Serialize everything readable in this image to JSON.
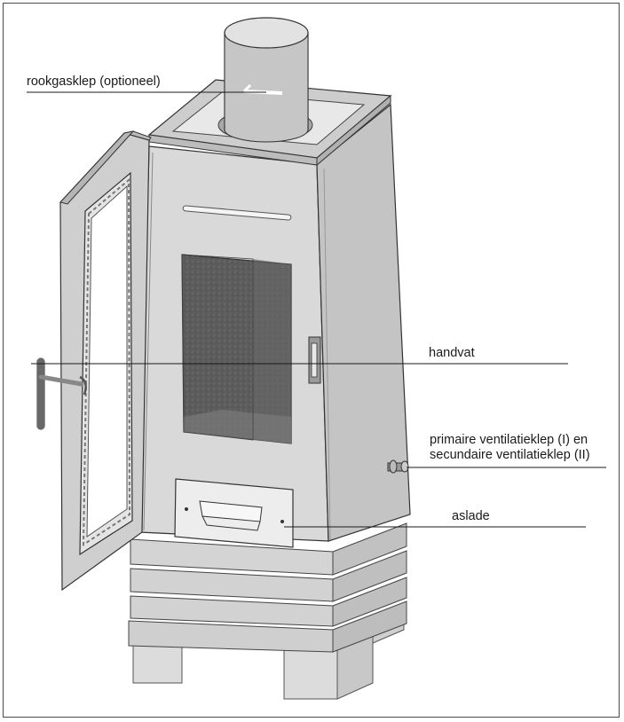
{
  "labels": {
    "flue_damper": "rookgasklep (optioneel)",
    "handle": "handvat",
    "vent_line1": "primaire ventilatieklep (I) en",
    "vent_line2": "secundaire ventilatieklep (II)",
    "ash_drawer": "aslade"
  },
  "colors": {
    "line": "#1a1a1a",
    "body_front": "#d9d9d9",
    "body_side": "#c4c4c4",
    "window": "#5a5a5a"
  }
}
